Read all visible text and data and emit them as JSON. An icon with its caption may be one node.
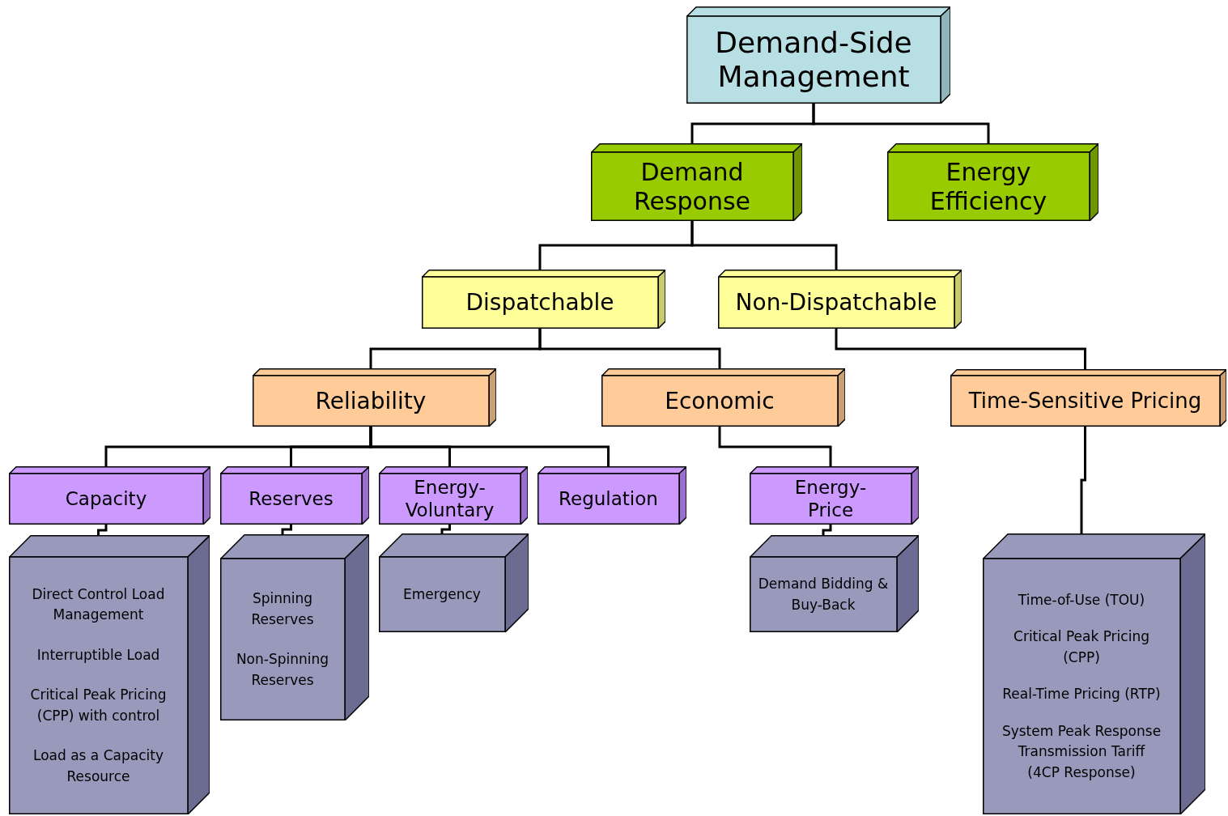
{
  "diagram": {
    "nodes": [
      {
        "text": [
          "Demand-Side Management"
        ]
      },
      {
        "text": [
          "Demand Response"
        ]
      },
      {
        "text": [
          "Energy Efficiency"
        ]
      },
      {
        "text": [
          "Dispatchable"
        ]
      },
      {
        "text": [
          "Non-Dispatchable"
        ]
      },
      {
        "text": [
          "Reliability"
        ]
      },
      {
        "text": [
          "Economic"
        ]
      },
      {
        "text": [
          "Time-Sensitive Pricing"
        ]
      },
      {
        "text": [
          "Capacity"
        ]
      },
      {
        "text": [
          "Reserves"
        ]
      },
      {
        "text": [
          "Energy-Voluntary"
        ]
      },
      {
        "text": [
          "Regulation"
        ]
      },
      {
        "text": [
          "Energy-Price"
        ]
      },
      {
        "text": [
          "Direct Control Load Management",
          "Interruptible Load",
          "Critical Peak Pricing (CPP) with control",
          "Load as a Capacity Resource"
        ]
      },
      {
        "text": [
          "Spinning Reserves",
          "Non-Spinning Reserves"
        ]
      },
      {
        "text": [
          "Emergency"
        ]
      },
      {
        "text": [
          "Demand Bidding & Buy-Back"
        ]
      },
      {
        "text": [
          "Time-of-Use (TOU)",
          "Critical Peak Pricing (CPP)",
          "Real-Time Pricing (RTP)",
          "System Peak Response Transmission Tariff (4CP Response)"
        ]
      }
    ],
    "edges": [
      {
        "from": 0,
        "to": 1,
        "arrow": "none"
      },
      {
        "from": 0,
        "to": 2,
        "arrow": "none"
      },
      {
        "from": 1,
        "to": 3,
        "arrow": "none"
      },
      {
        "from": 1,
        "to": 4,
        "arrow": "none"
      },
      {
        "from": 3,
        "to": 5,
        "arrow": "none"
      },
      {
        "from": 3,
        "to": 6,
        "arrow": "none"
      },
      {
        "from": 4,
        "to": 7,
        "arrow": "none"
      },
      {
        "from": 5,
        "to": 8,
        "arrow": "none"
      },
      {
        "from": 5,
        "to": 9,
        "arrow": "none"
      },
      {
        "from": 5,
        "to": 10,
        "arrow": "none"
      },
      {
        "from": 5,
        "to": 11,
        "arrow": "none"
      },
      {
        "from": 6,
        "to": 12,
        "arrow": "none"
      },
      {
        "from": 8,
        "to": 13,
        "arrow": "none"
      },
      {
        "from": 9,
        "to": 14,
        "arrow": "none"
      },
      {
        "from": 10,
        "to": 15,
        "arrow": "none"
      },
      {
        "from": 12,
        "to": 16,
        "arrow": "none"
      },
      {
        "from": 7,
        "to": 17,
        "arrow": "none"
      }
    ]
  }
}
